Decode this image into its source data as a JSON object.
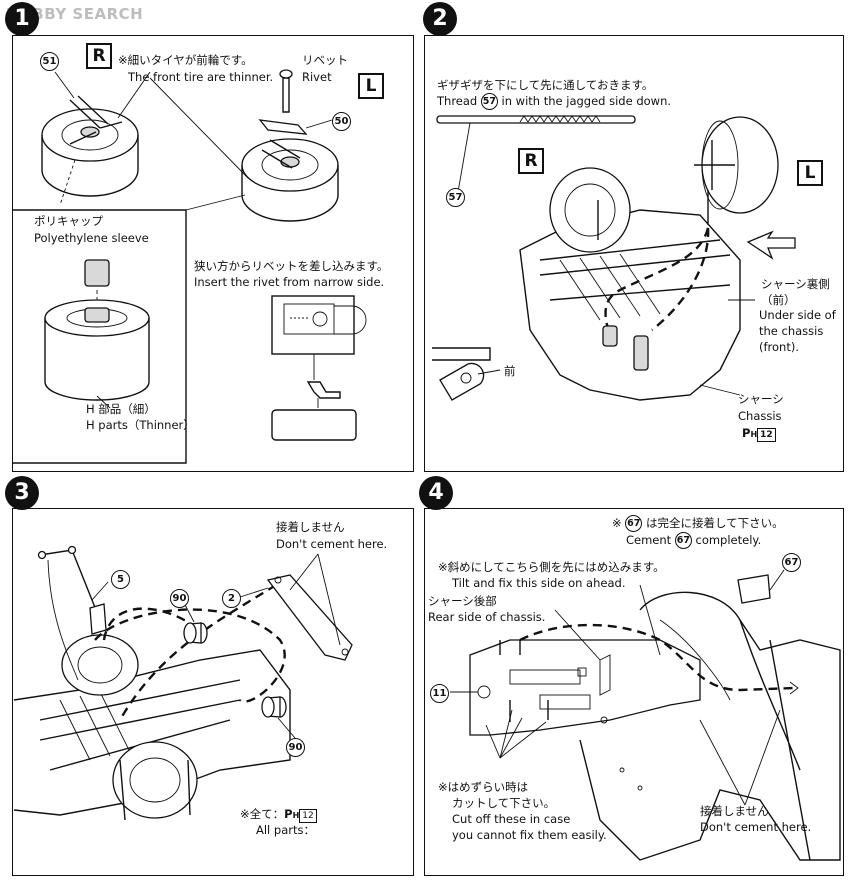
{
  "watermark": "HOBBY SEARCH",
  "steps": {
    "s1": {
      "number": "1",
      "side_right": "R",
      "side_left": "L",
      "part_51": "51",
      "part_50": "50",
      "note_jp": "※細いタイヤが前輪です。",
      "note_en": "The front tire are thinner.",
      "rivet_jp": "リベット",
      "rivet_en": "Rivet",
      "sleeve_jp": "ポリキャップ",
      "sleeve_en": "Polyethylene sleeve",
      "hparts_jp": "H 部品（細）",
      "hparts_en": "H parts（Thinner）",
      "insert_jp": "狭い方からリベットを差し込みます。",
      "insert_en": "Insert the rivet from narrow side."
    },
    "s2": {
      "number": "2",
      "thread_jp": "ギザギザを下にして先に通しておきます。",
      "thread_en_pre": "Thread",
      "thread_part": "57",
      "thread_en_post": "in with the jagged side down.",
      "part_57": "57",
      "side_right": "R",
      "side_left": "L",
      "underside_jp1": "シャーシ裏側",
      "underside_jp2": "（前）",
      "underside_en1": "Under side of",
      "underside_en2": "the chassis",
      "underside_en3": "(front).",
      "front_jp": "前",
      "chassis_jp": "シャーシ",
      "chassis_en": "Chassis",
      "chassis_ref_p": "P",
      "chassis_ref_h": "H",
      "chassis_ref_num": "12"
    },
    "s3": {
      "number": "3",
      "nocement_jp": "接着しません",
      "nocement_en": "Don't cement here.",
      "part_5": "5",
      "part_90a": "90",
      "part_2": "2",
      "part_90b": "90",
      "all_jp": "※全て：",
      "all_ref_p": "P",
      "all_ref_h": "H",
      "all_ref_num": "12",
      "all_en": "All parts："
    },
    "s4": {
      "number": "4",
      "cement_jp_pre": "※",
      "cement_part": "67",
      "cement_jp_post": "は完全に接着して下さい。",
      "cement_en_pre": "Cement",
      "cement_en_part": "67",
      "cement_en_post": "completely.",
      "part_67": "67",
      "tilt_jp": "※斜めにしてこちら側を先にはめ込みます。",
      "tilt_en": "Tilt and fix this side on ahead.",
      "rear_jp": "シャーシ後部",
      "rear_en": "Rear side of chassis.",
      "part_11": "11",
      "cut_jp1": "※はめずらい時は",
      "cut_jp2": "カットして下さい。",
      "cut_en1": "Cut off these in case",
      "cut_en2": "you cannot fix them easily.",
      "nocement_jp": "接着しません",
      "nocement_en": "Don't cement here."
    }
  }
}
